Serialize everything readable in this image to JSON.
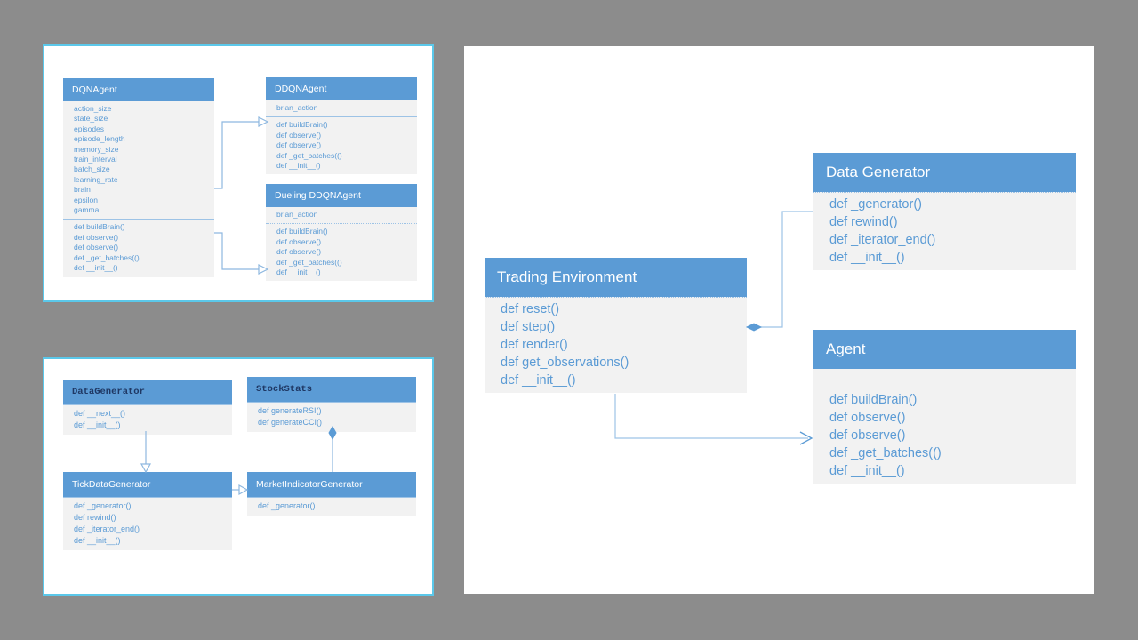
{
  "meta": {
    "background_color": "#8c8c8c",
    "panel_background": "#ffffff",
    "panel_border_color": "#5bc8ea",
    "class_header_color": "#5b9bd5",
    "class_body_color": "#f2f2f2",
    "class_text_color": "#5b9bd5",
    "connector_color": "#8eb8e0"
  },
  "panels": {
    "top_left": {
      "name": "agent-hierarchy-panel",
      "classes": {
        "dqn_agent": {
          "title": "DQNAgent",
          "attributes": [
            "action_size",
            "state_size",
            "episodes",
            "episode_length",
            "memory_size",
            "train_interval",
            "batch_size",
            "learning_rate",
            "brain",
            "epsilon",
            "gamma"
          ],
          "methods": [
            "def buildBrain()",
            "def observe()",
            "def observe()",
            "def _get_batches(()",
            "def __init__()"
          ]
        },
        "ddqn_agent": {
          "title": "DDQNAgent",
          "attributes": [
            "brian_action"
          ],
          "methods": [
            "def buildBrain()",
            "def observe()",
            "def observe()",
            "def _get_batches(()",
            "def __init__()"
          ]
        },
        "dueling_ddqn_agent": {
          "title": "Dueling DDQNAgent",
          "attributes": [
            "brian_action"
          ],
          "methods": [
            "def buildBrain()",
            "def observe()",
            "def observe()",
            "def _get_batches(()",
            "def __init__()"
          ]
        }
      },
      "relations": [
        {
          "from": "DQNAgent",
          "to": "DDQNAgent",
          "type": "generalization"
        },
        {
          "from": "DQNAgent",
          "to": "Dueling DDQNAgent",
          "type": "generalization"
        }
      ]
    },
    "bottom_left": {
      "name": "data-generator-panel",
      "classes": {
        "data_generator": {
          "title": "DataGenerator",
          "attributes": [],
          "methods": [
            "def __next__()",
            "def __init__()"
          ]
        },
        "stock_stats": {
          "title": "StockStats",
          "attributes": [],
          "methods": [
            "def generateRSI()",
            "def generateCCI()"
          ]
        },
        "tick_data_generator": {
          "title": "TickDataGenerator",
          "attributes": [],
          "methods": [
            "def _generator()",
            "def rewind()",
            "def _iterator_end()",
            "def __init__()"
          ]
        },
        "market_indicator_generator": {
          "title": "MarketIndicatorGenerator",
          "attributes": [],
          "methods": [
            "def _generator()"
          ]
        }
      },
      "relations": [
        {
          "from": "DataGenerator",
          "to": "TickDataGenerator",
          "type": "generalization"
        },
        {
          "from": "TickDataGenerator",
          "to": "MarketIndicatorGenerator",
          "type": "generalization"
        },
        {
          "from": "MarketIndicatorGenerator",
          "to": "StockStats",
          "type": "composition"
        }
      ]
    },
    "right": {
      "name": "trading-environment-panel",
      "classes": {
        "trading_environment": {
          "title": "Trading Environment",
          "attributes": [],
          "methods": [
            "def reset()",
            "def step()",
            "def render()",
            "def get_observations()",
            "def __init__()"
          ]
        },
        "data_generator": {
          "title": "Data Generator",
          "attributes": [],
          "methods": [
            "def _generator()",
            "def rewind()",
            "def _iterator_end()",
            "def __init__()"
          ]
        },
        "agent": {
          "title": "Agent",
          "attributes": [],
          "methods": [
            "def buildBrain()",
            "def observe()",
            "def observe()",
            "def _get_batches(()",
            "def __init__()"
          ]
        }
      },
      "relations": [
        {
          "from": "Trading Environment",
          "to": "Data Generator",
          "type": "composition"
        },
        {
          "from": "Trading Environment",
          "to": "Agent",
          "type": "association"
        }
      ]
    }
  }
}
